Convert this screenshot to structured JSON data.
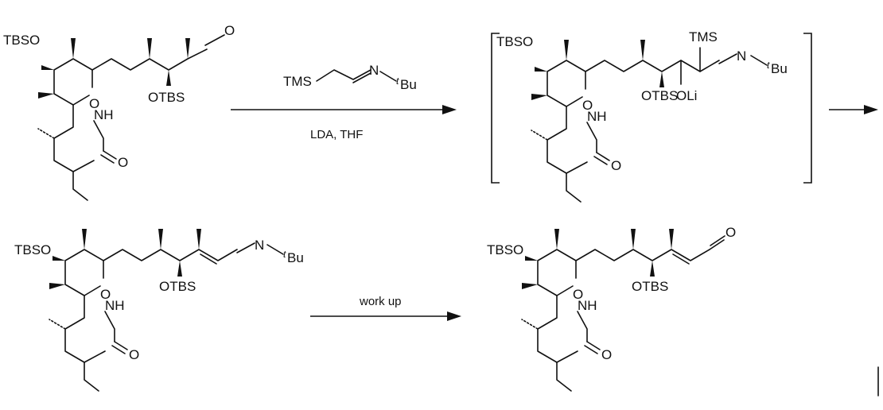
{
  "labels": {
    "TBSO": "TBSO",
    "O": "O",
    "NH": "NH",
    "OTBS": "OTBS",
    "OLi": "OLi",
    "TMS": "TMS",
    "N": "N",
    "t": "t",
    "Bu": "Bu"
  },
  "conditions": {
    "step1_reagent": "LDA, THF",
    "step2": "work up"
  }
}
